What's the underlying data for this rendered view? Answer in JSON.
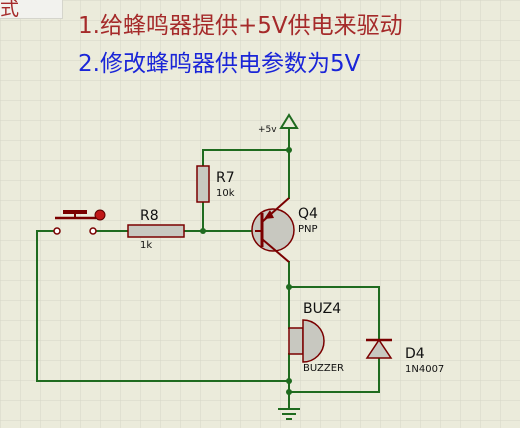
{
  "title_fragment": "式",
  "notes": {
    "line1": "1.给蜂鸣器提供+5V供电来驱动",
    "line2": "2.修改蜂鸣器供电参数为5V"
  },
  "components": {
    "r7": {
      "ref": "R7",
      "value": "10k"
    },
    "r8": {
      "ref": "R8",
      "value": "1k"
    },
    "q4": {
      "ref": "Q4",
      "value": "PNP"
    },
    "buz4": {
      "ref": "BUZ4",
      "value": "BUZZER"
    },
    "d4": {
      "ref": "D4",
      "value": "1N4007"
    },
    "power": {
      "label": "+5v"
    }
  },
  "colors": {
    "wire": "#1f6b1f",
    "component": "#7a0000",
    "component_fill": "#c8c8c0",
    "note1": "#a52a2a",
    "note2": "#1a25d8",
    "background": "#ebebdb"
  }
}
